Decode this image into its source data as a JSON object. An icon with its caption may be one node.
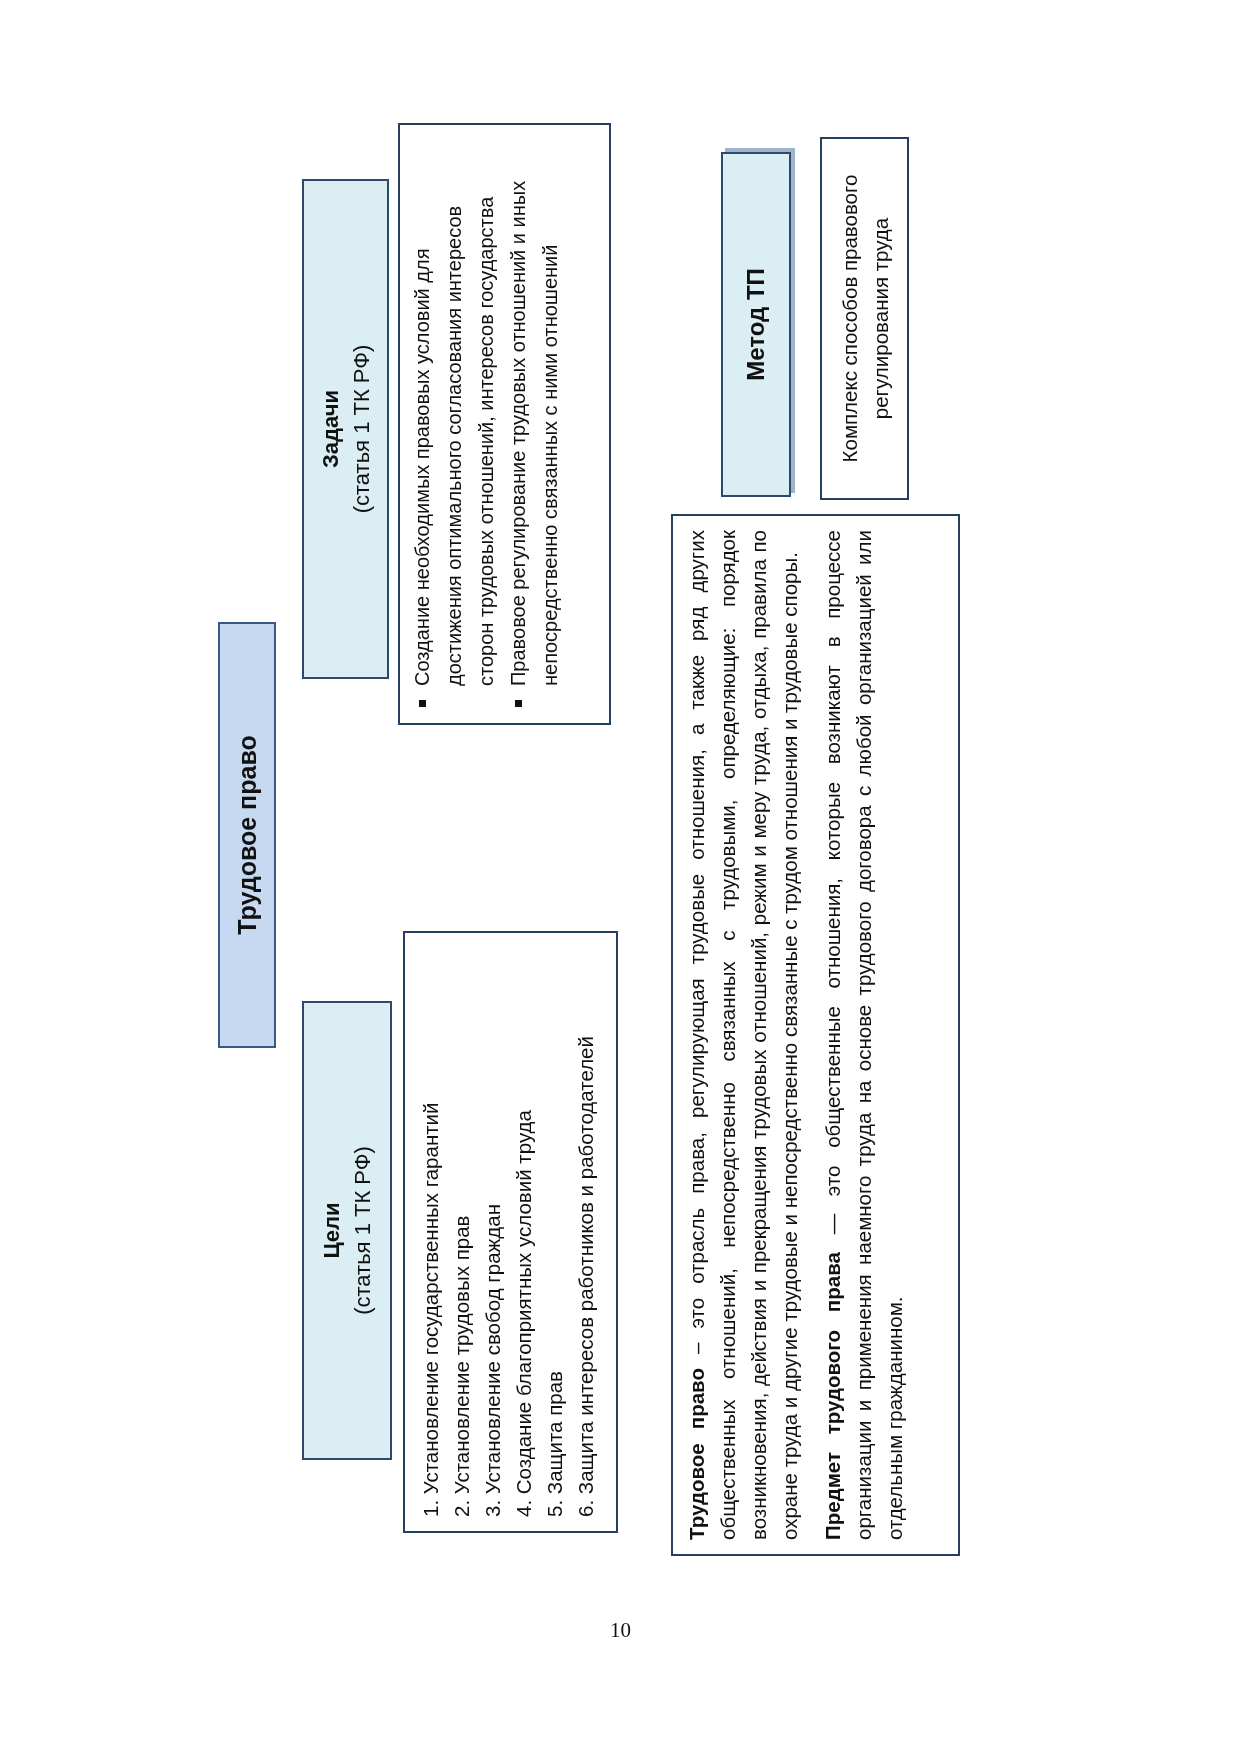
{
  "diagram": {
    "nodes": [
      {
        "text": [
          "Трудовое право"
        ]
      },
      {
        "text": [
          "Цели",
          "(статья 1 ТК РФ)"
        ]
      },
      {
        "text": [
          "1. Установление государственных гарантий",
          "2. Установление трудовых прав",
          "3. Установление свобод граждан",
          "4. Создание благоприятных условий труда",
          "5. Защита прав",
          "6. Защита интересов работников и работодателей"
        ]
      },
      {
        "text": [
          "Задачи",
          "(статья 1 ТК РФ)"
        ]
      },
      {
        "text": [
          "Создание необходимых правовых условий для достижения оптимального согласования интересов сторон трудовых отношений, интересов государства",
          "Правовое регулирование трудовых отношений и иных непосредственно связанных с ними отношений"
        ]
      },
      {
        "text": [
          "**Трудовое право** – это отрасль права, регулирующая трудовые отношения, а также ряд других общественных отношений, непосредственно связанных с трудовыми, определяющие: порядок возникновения, действия и прекращения трудовых отношений, режим и меру труда, отдыха, правила по охране труда и другие трудовые и непосредственно связанные с трудом отношения и трудовые споры.",
          "**Предмет трудового права** — это общественные отношения, которые возникают в процессе организации и применения наемного труда на основе трудового договора с любой организацией или отдельным гражданином."
        ]
      },
      {
        "text": [
          "Метод ТП"
        ]
      },
      {
        "text": [
          "Комплекс способов правового регулирования труда"
        ]
      }
    ],
    "labels": [
      "10"
    ]
  }
}
